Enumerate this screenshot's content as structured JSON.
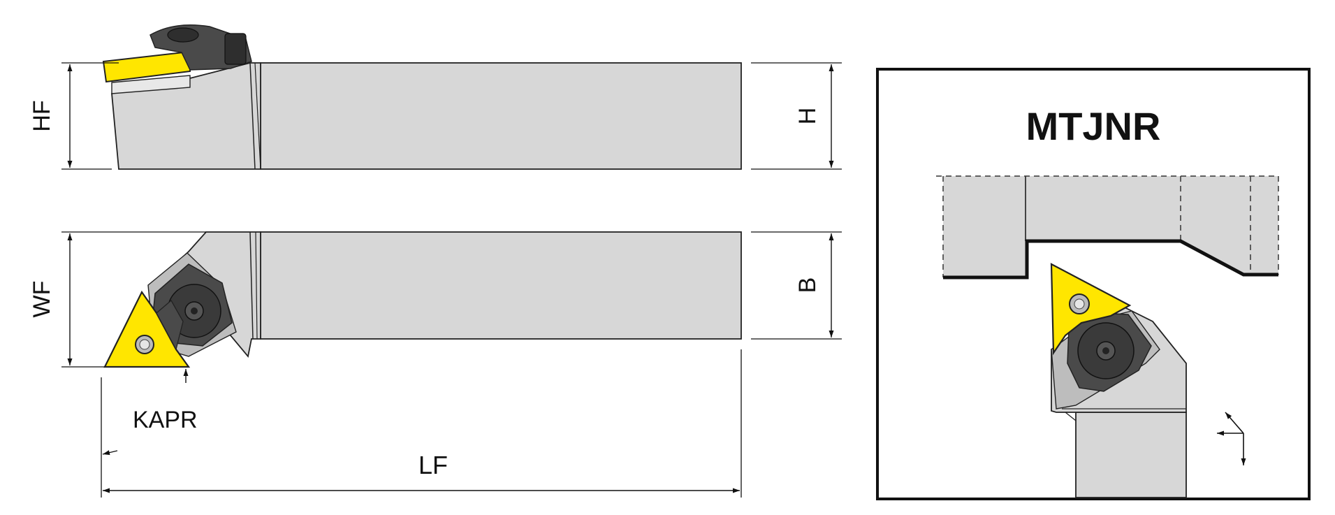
{
  "labels": {
    "hf": "HF",
    "h": "H",
    "wf": "WF",
    "b": "B",
    "kapr": "KAPR",
    "lf": "LF"
  },
  "detail": {
    "title": "MTJNR"
  },
  "colors": {
    "body": "#d7d7d7",
    "outline": "#222222",
    "insert": "#ffe600",
    "clamp": "#4a4a4a",
    "clamp_dark": "#2e2e2e",
    "frame": "#111111"
  }
}
